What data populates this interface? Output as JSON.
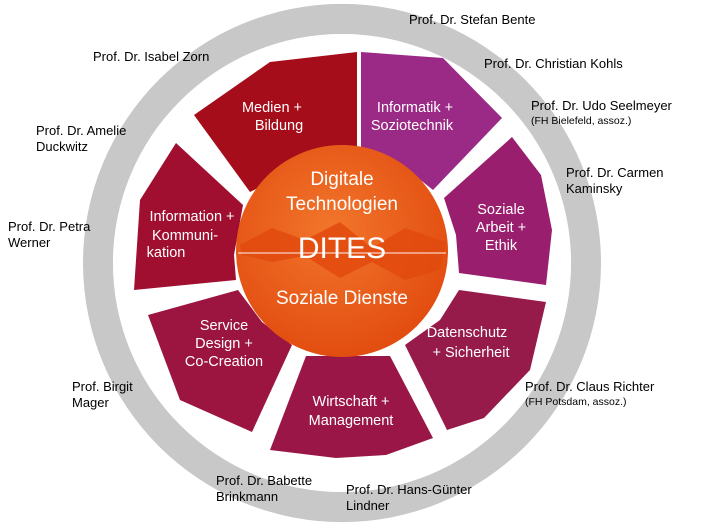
{
  "center": {
    "top_line1": "Digitale",
    "top_line2": "Technologien",
    "title": "DITES",
    "bottom": "Soziale Dienste"
  },
  "segments": [
    {
      "line1": "Medien +",
      "line2": "Bildung",
      "line3": "",
      "color": "#a60d1a"
    },
    {
      "line1": "Informatik +",
      "line2": "Soziotechnik",
      "line3": "",
      "color": "#9a2a86"
    },
    {
      "line1": "Soziale",
      "line2": "Arbeit +",
      "line3": "Ethik",
      "color": "#9a1e6e"
    },
    {
      "line1": "Datenschutz",
      "line2": "+ Sicherheit",
      "line3": "",
      "color": "#961a4a"
    },
    {
      "line1": "Wirtschaft +",
      "line2": "Management",
      "line3": "",
      "color": "#9a1646"
    },
    {
      "line1": "Service",
      "line2": "Design +",
      "line3": "Co-Creation",
      "color": "#9c1540"
    },
    {
      "line1": "Information +",
      "line2": "Kommuni-",
      "line3": "kation",
      "color": "#a00f30"
    }
  ],
  "people": [
    {
      "name": "Prof. Dr. Stefan Bente",
      "note": ""
    },
    {
      "name": "Prof. Dr. Isabel Zorn",
      "note": ""
    },
    {
      "name": "Prof. Dr. Christian Kohls",
      "note": ""
    },
    {
      "name": "Prof. Dr. Udo Seelmeyer",
      "note": "(FH Bielefeld, assoz.)"
    },
    {
      "name": "Prof. Dr. Amelie",
      "name2": "Duckwitz",
      "note": ""
    },
    {
      "name": "Prof. Dr. Carmen",
      "name2": "Kaminsky",
      "note": ""
    },
    {
      "name": "Prof. Dr. Petra",
      "name2": "Werner",
      "note": ""
    },
    {
      "name": "Prof. Birgit",
      "name2": "Mager",
      "note": ""
    },
    {
      "name": "Prof. Dr. Claus Richter",
      "note": "(FH Potsdam, assoz.)"
    },
    {
      "name": "Prof. Dr. Babette",
      "name2": "Brinkmann",
      "note": ""
    },
    {
      "name": "Prof. Dr. Hans-Günter",
      "name2": "Lindner",
      "note": ""
    }
  ],
  "colors": {
    "ring": "#c8c8c8",
    "center_top": "#e34d10",
    "center_bottom": "#ee6a22"
  }
}
